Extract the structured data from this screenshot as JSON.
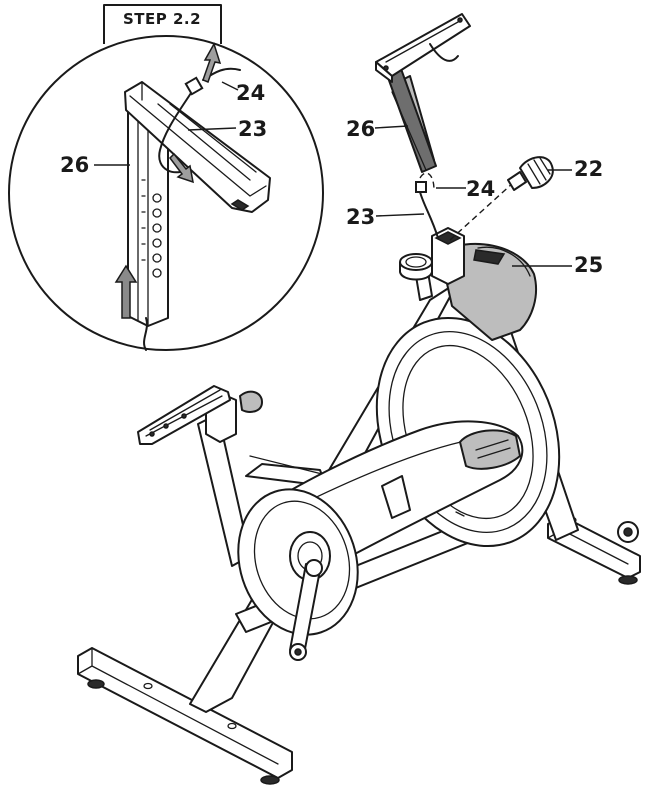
{
  "step_label": "STEP 2.2",
  "callouts": {
    "inset_24": "24",
    "inset_23": "23",
    "inset_26": "26",
    "main_26": "26",
    "main_24": "24",
    "main_23": "23",
    "main_22": "22",
    "main_25": "25"
  }
}
